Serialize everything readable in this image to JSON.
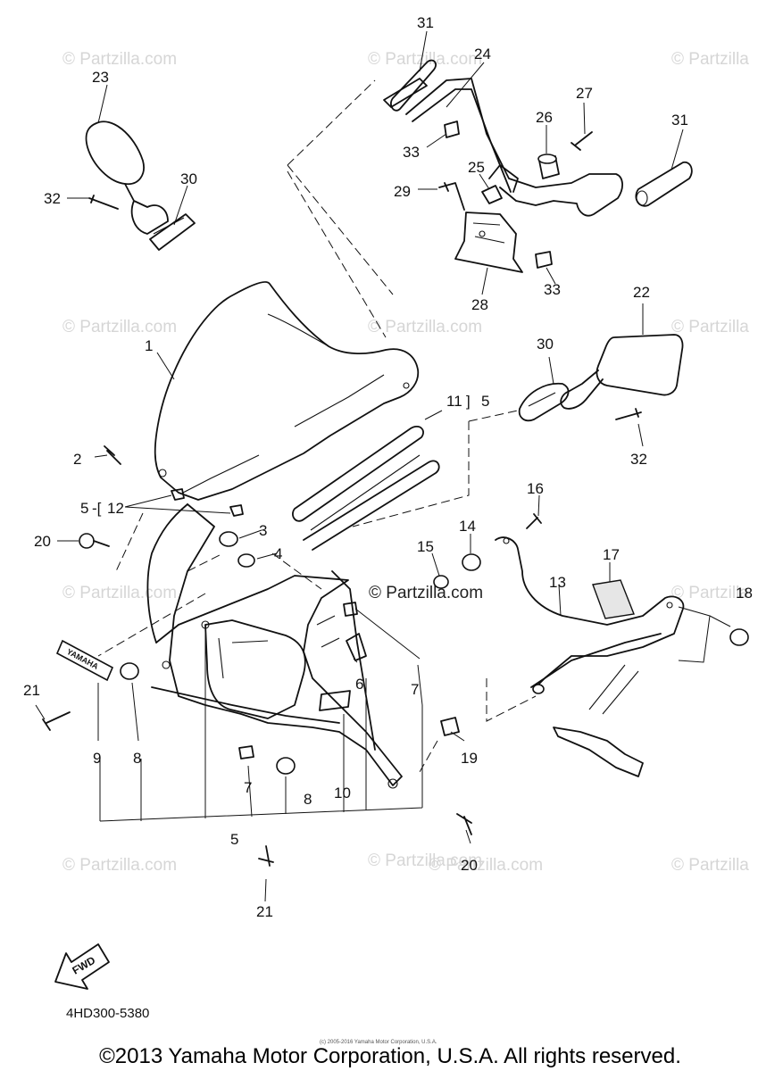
{
  "watermarks": [
    "© Partzilla.com",
    "© Partzilla.com",
    "© Partzilla",
    "© Partzilla.com",
    "© Partzilla.com",
    "© Partzilla",
    "© Partzilla.com",
    "© Partzilla.com",
    "© Partzilla",
    "© Partzilla.com",
    "© Partzilla.com",
    "© Partzilla"
  ],
  "center_watermark": "© Partzilla.com",
  "callouts": {
    "c1": "1",
    "c2": "2",
    "c3": "3",
    "c4": "4",
    "c5a": "5",
    "c5b": "5",
    "c5c": "5",
    "c6": "6",
    "c7a": "7",
    "c7b": "7",
    "c8a": "8",
    "c8b": "8",
    "c9": "9",
    "c10": "10",
    "c11": "11",
    "c12": "12",
    "c13": "13",
    "c14": "14",
    "c15": "15",
    "c16": "16",
    "c17": "17",
    "c18": "18",
    "c19": "19",
    "c20a": "20",
    "c20b": "20",
    "c21a": "21",
    "c21b": "21",
    "c22": "22",
    "c23": "23",
    "c24": "24",
    "c25": "25",
    "c26": "26",
    "c27": "27",
    "c28": "28",
    "c29": "29",
    "c30a": "30",
    "c30b": "30",
    "c31a": "31",
    "c31b": "31",
    "c32a": "32",
    "c32b": "32",
    "c33a": "33",
    "c33b": "33"
  },
  "emblem_text": "YAMAHA",
  "fwd_text": "FWD",
  "diagram_code": "4HD300-5380",
  "fine_print": "(c) 2005-2016 Yamaha Motor Corporation, U.S.A.",
  "copyright": "©2013 Yamaha Motor Corporation, U.S.A. All rights reserved."
}
